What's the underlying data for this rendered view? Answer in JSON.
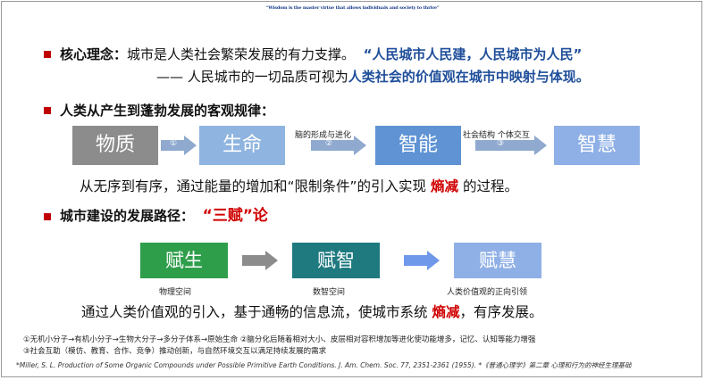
{
  "title": "“Wisdom is the master virtue that allows individuals and society to thrive”",
  "section1": {
    "label": "核心理念：",
    "text": "城市是人类社会繁荣发展的有力支撑。",
    "quote": "“人民城市人民建，人民城市为人民”",
    "line2_prefix": "—— 人民城市的一切品质可视为",
    "line2_emph": "人类社会的价值观在城市中映射与体现。"
  },
  "section2": {
    "heading": "人类从产生到蓬勃发展的客观规律：",
    "boxes": [
      "物质",
      "生命",
      "智能",
      "智慧"
    ],
    "arrow_marks": [
      "①",
      "②",
      "③"
    ],
    "annotations": [
      "脑的形成与进化",
      "社会结构  个体交互"
    ],
    "summary_prefix": "从无序到有序，通过能量的增加和“限制条件”的引入实现 ",
    "summary_emph": "熵减",
    "summary_suffix": " 的过程。"
  },
  "section3": {
    "heading": "城市建设的发展路径：",
    "heading_emph": "“三赋”论",
    "boxes": [
      "赋生",
      "赋智",
      "赋慧"
    ],
    "captions": [
      "物理空间",
      "数智空间",
      "人类价值观的正向引领"
    ],
    "summary_prefix": "通过人类价值观的引入，基于通畅的信息流，使城市系统 ",
    "summary_emph": "熵减",
    "summary_suffix": "，有序发展。"
  },
  "footnotes": {
    "note1": "①无机小分子→有机小分子→生物大分子→多分子体系→原始生命   ②脑分化后随着相对大小、皮层相对容积增加等进化使功能增多，记忆、认知等能力增强",
    "note2": "③社会互助（模仿、教育、合作、竞争）推动创新，与自然环境交互以满足持续发展的需求",
    "citation": "*Miller, S. L. Production of Some Organic Compounds under Possible Primitive Earth Conditions. J. Am. Chem. Soc. 77, 2351-2361 (1955). *《普通心理学》第二章 心理和行为的神经生理基础"
  },
  "colors": {
    "title": "#1a3c8c",
    "accent_red": "#c00000",
    "box_gray": "#8c8c8c",
    "box_blue_light": "#8fb4df",
    "box_blue": "#5f93d3",
    "box_green": "#2f9e4b",
    "box_teal": "#1f7a80",
    "box_periwinkle": "#8fb0e6"
  }
}
